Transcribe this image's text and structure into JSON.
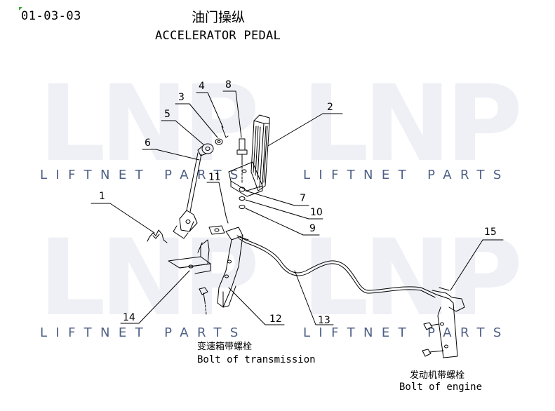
{
  "header": {
    "code": "01-03-03",
    "title_cn": "油门操纵",
    "title_en": "ACCELERATOR PEDAL"
  },
  "watermark": {
    "logo": "LNP",
    "text": "LIFTNET PARTS"
  },
  "callouts": {
    "c1": "1",
    "c2": "2",
    "c3": "3",
    "c4": "4",
    "c5": "5",
    "c6": "6",
    "c7": "7",
    "c8": "8",
    "c9": "9",
    "c10": "10",
    "c11": "11",
    "c12": "12",
    "c13": "13",
    "c14": "14",
    "c15": "15"
  },
  "notes": {
    "transmission_cn": "变速箱带螺栓",
    "transmission_en": "Bolt of transmission",
    "engine_cn": "发动机带螺栓",
    "engine_en": "Bolt of engine"
  }
}
